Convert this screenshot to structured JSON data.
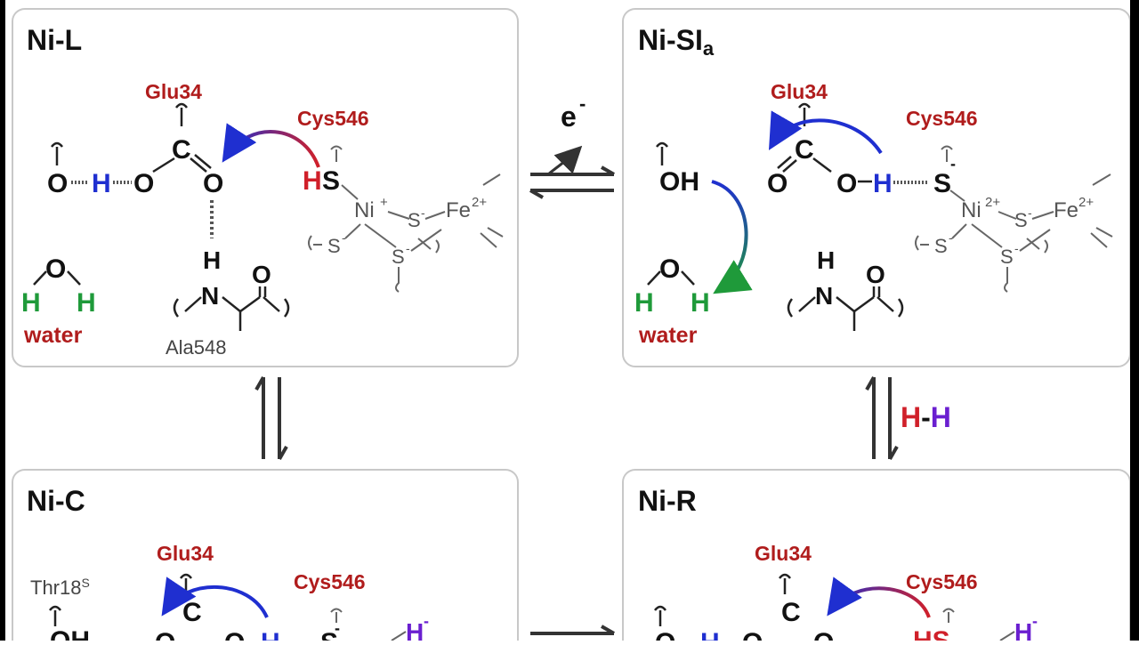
{
  "panels": {
    "nil": {
      "title": "Ni-L",
      "glu": "Glu34",
      "cys": "Cys546",
      "water": "water",
      "ala": "Ala548",
      "atoms": {
        "o1": "O",
        "h1": "H",
        "o2": "O",
        "c": "C",
        "o3": "O",
        "h_s": "H",
        "s": "S",
        "ni": "Ni",
        "ni_charge": "+",
        "fe": "Fe",
        "fe_charge": "2+",
        "s_bridge1": "S",
        "s_bridge2": "S",
        "s_term": "S",
        "minus": "-",
        "wo": "O",
        "wh1": "H",
        "wh2": "H",
        "nh_h": "H",
        "nh_n": "N",
        "co_o": "O"
      }
    },
    "nisia": {
      "title": "Ni-SI",
      "title_sub": "a",
      "glu": "Glu34",
      "cys": "Cys546",
      "water": "water",
      "atoms": {
        "oh": "OH",
        "o1": "O",
        "c": "C",
        "o2": "O",
        "h": "H",
        "s": "S",
        "minus": "-",
        "ni": "Ni",
        "ni_charge": "2+",
        "fe": "Fe",
        "fe_charge": "2+",
        "s_bridge1": "S",
        "s_bridge2": "S",
        "s_term": "S",
        "wo": "O",
        "wh1": "H",
        "wh2": "H",
        "nh_h": "H",
        "nh_n": "N",
        "co_o": "O"
      }
    },
    "nic": {
      "title": "Ni-C",
      "glu": "Glu34",
      "cys": "Cys546",
      "thr": "Thr18",
      "thr_sup": "S",
      "atoms": {
        "oh": "OH",
        "o1": "O",
        "c": "C",
        "o2": "O",
        "h": "H",
        "s": "S",
        "minus": "-",
        "hydride": "H",
        "hydride_charge": "-"
      }
    },
    "nir": {
      "title": "Ni-R",
      "glu": "Glu34",
      "cys": "Cys546",
      "atoms": {
        "o1": "O",
        "h1": "H",
        "o2": "O",
        "c": "C",
        "o3": "O",
        "hs": "HS",
        "hydride": "H",
        "hydride_charge": "-"
      }
    }
  },
  "arrows": {
    "electron": "e",
    "electron_charge": "-",
    "h2_h1": "H",
    "h2_dash": "-",
    "h2_h2": "H"
  },
  "colors": {
    "label_red": "#b01c1c",
    "hydrogen_blue": "#1f2fd0",
    "water_green": "#1f9a3a",
    "hydride_purple": "#6a1fd0",
    "panel_border": "#c8c8c8"
  }
}
